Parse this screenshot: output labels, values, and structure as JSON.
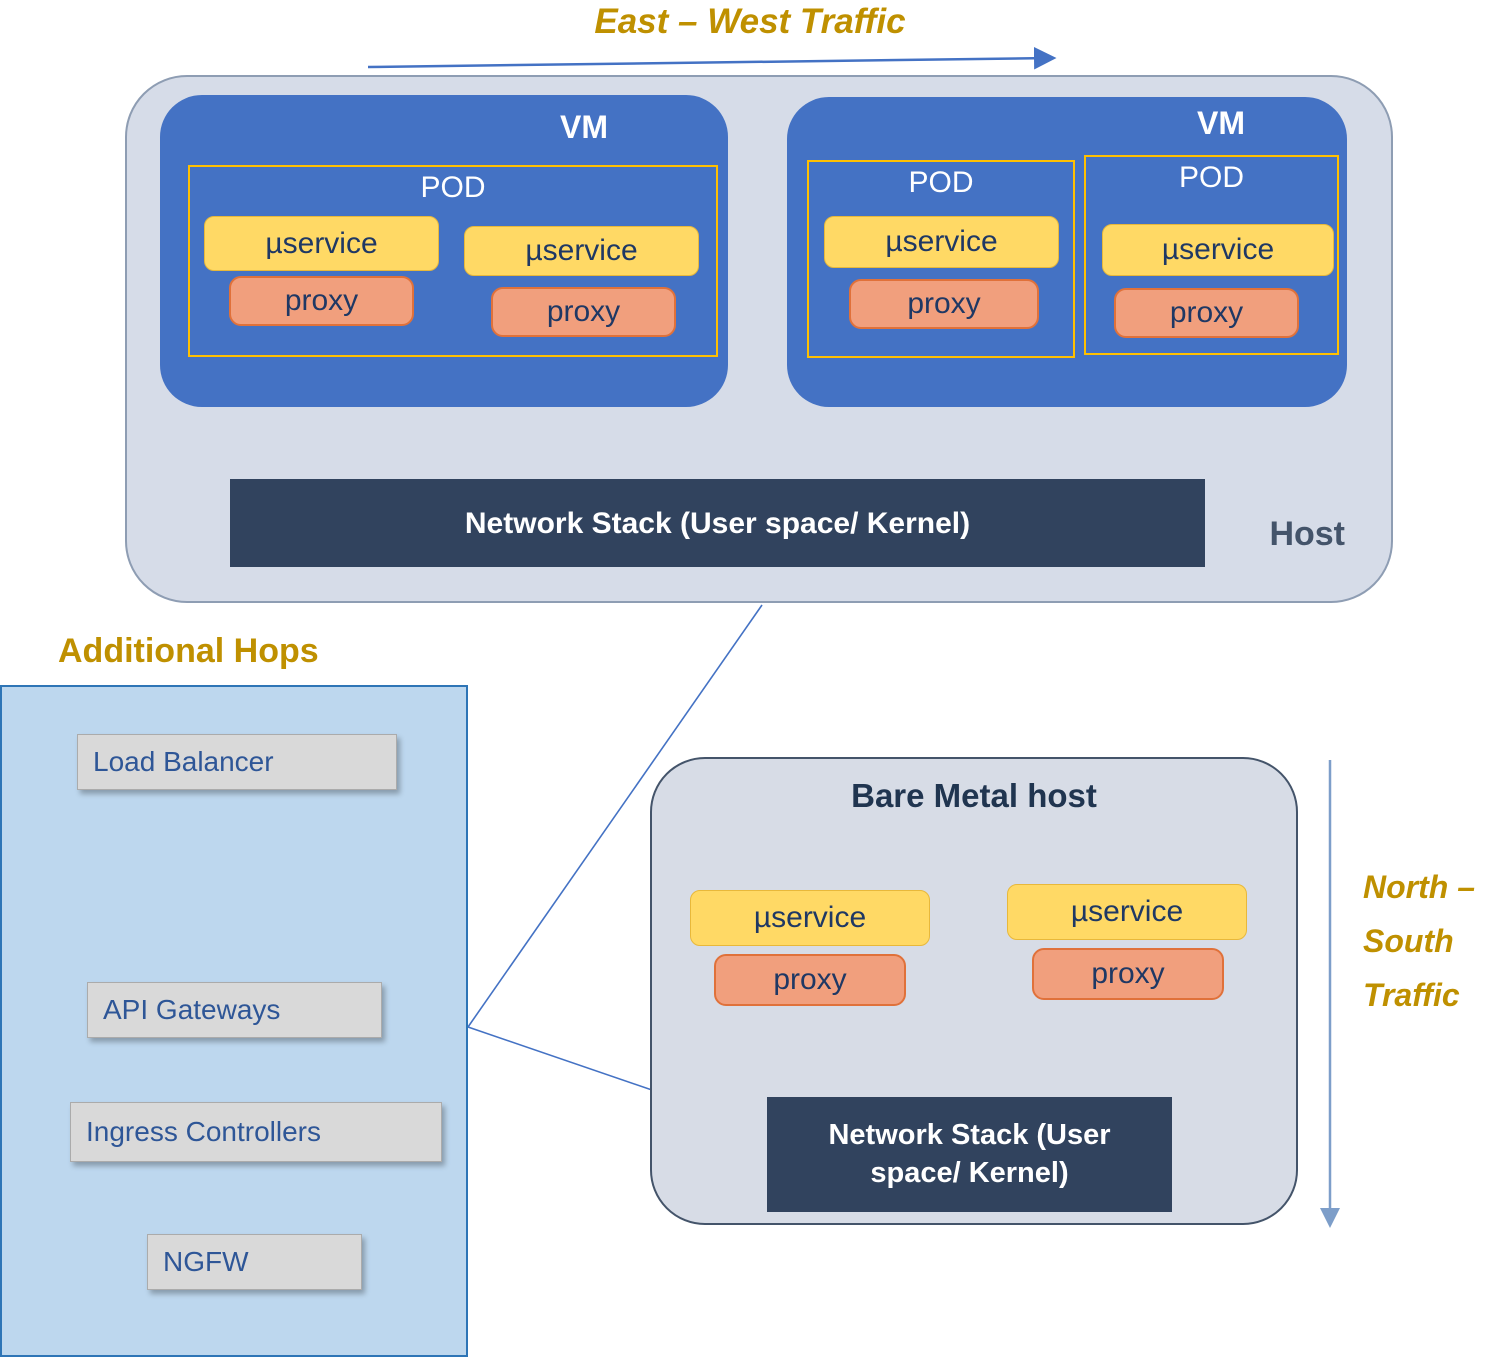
{
  "labels": {
    "east_west_traffic": "East – West Traffic",
    "north_south_line1": "North –",
    "north_south_line2": "South",
    "north_south_line3": "Traffic",
    "additional_hops_title": "Additional Hops",
    "host": "Host",
    "bare_metal_host": "Bare Metal host",
    "vm": "VM",
    "pod": "POD",
    "microservice": "µservice",
    "proxy": "proxy",
    "network_stack": "Network Stack (User space/ Kernel)"
  },
  "additional_hops": {
    "items": [
      "Load Balancer",
      "API Gateways",
      "Ingress Controllers",
      "NGFW"
    ]
  },
  "colors": {
    "vm_blue": "#4472c4",
    "pod_border_gold": "#ffc000",
    "microservice_fill": "#ffd965",
    "proxy_fill": "#f19f7d",
    "network_stack_fill": "#31435e",
    "host_fill": "#d6dce8",
    "bare_metal_fill": "#d7dce6",
    "additional_hops_fill": "#bdd7ee",
    "gold_text": "#bf9000",
    "connector_blue": "#4472c4",
    "dashed_connector_yellow": "#ffc000"
  }
}
